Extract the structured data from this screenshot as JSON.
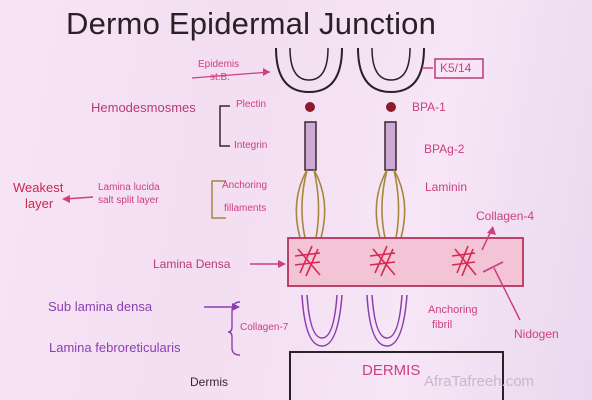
{
  "title": "Dermo Epidermal Junction",
  "labels": {
    "epidemis": "Epidemis",
    "st_b": "st.B.",
    "k5_14": "K5/14",
    "hemidesmosomes": "Hemodesmosmes",
    "plectin": "Plectin",
    "integrin": "Integrin",
    "bpa1": "BPA-1",
    "bpag2": "BPAg-2",
    "weakest": "Weakest",
    "layer": "layer",
    "lamina_lucida": "Lamina lucida",
    "salt_split": "salt split layer",
    "anchoring": "Anchoring",
    "filaments": "fillaments",
    "laminin": "Laminin",
    "collagen4": "Collagen-4",
    "lamina_densa": "Lamina Densa",
    "sub_lamina_densa": "Sub lamina densa",
    "collagen7": "Collagen-7",
    "lamina_febroreticularis": "Lamina febroreticularis",
    "anchoring_fibril_1": "Anchoring",
    "anchoring_fibril_2": "fibril",
    "nidogen": "Nidogen",
    "dermis_left": "Dermis",
    "dermis_box": "DERMIS",
    "watermark": "AfraTafreeh.com"
  },
  "colors": {
    "pink": "#cf3d83",
    "purple": "#8a3fb0",
    "olive": "#a7873a",
    "ink": "#2a2127",
    "densa_fill": "#f3c4d6",
    "stalk": "#cdaad3"
  }
}
